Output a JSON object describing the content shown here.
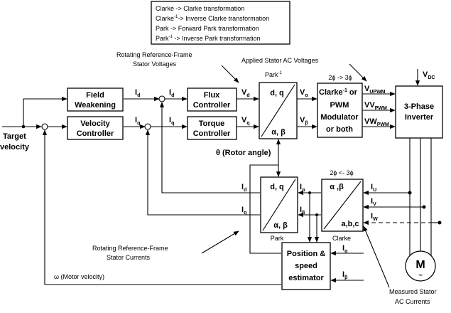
{
  "legend": {
    "clarke": "Clarke  -> Clarke transformation",
    "inv_clarke_a": "Clarke",
    "inv_clarke_sup": "-1",
    "inv_clarke_b": "-> Inverse Clarke transformation",
    "park": "Park     -> Forward Park transformation",
    "inv_park_a": "Park",
    "inv_park_sup": "-1",
    "inv_park_b": " -> Inverse  Park transformation"
  },
  "annotations": {
    "rot_voltages_1": "Rotating Reference-Frame",
    "rot_voltages_2": "Stator Voltages",
    "applied_voltages": "Applied Stator AC Voltages",
    "rot_currents_1": "Rotating Reference-Frame",
    "rot_currents_2": "Stator Currents",
    "measured_1": "Measured Stator",
    "measured_2": "AC Currents",
    "motor_velocity": "ω   (Motor velocity)",
    "rotor_angle": "θ (Rotor angle)"
  },
  "inputs": {
    "target_1": "Target",
    "target_2": "velocity"
  },
  "blocks": {
    "field_1": "Field",
    "field_2": "Weakening",
    "velocity_1": "Velocity",
    "velocity_2": "Controller",
    "flux_1": "Flux",
    "flux_2": "Controller",
    "torque_1": "Torque",
    "torque_2": "Controller",
    "invpark_label": "Park",
    "invpark_sup": "-1",
    "invpark_top": "d, q",
    "invpark_bot": "α, β",
    "pwm_header": "2ϕ -> 3ϕ",
    "pwm_1": "Clarke",
    "pwm_1_sup": "-1",
    "pwm_1_b": " or",
    "pwm_2": "PWM",
    "pwm_3": "Modulator",
    "pwm_4": "or both",
    "inverter_1": "3-Phase",
    "inverter_2": "Inverter",
    "park_top": "d, q",
    "park_bot": "α, β",
    "park_label": "Park",
    "clarke_header": "2ϕ <- 3ϕ",
    "clarke_top": "α ,β",
    "clarke_bot": "a,b,c",
    "clarke_label": "Clarke",
    "estimator_1": "Position &",
    "estimator_2": "speed",
    "estimator_3": "estimator",
    "motor": "M",
    "motor_tilde": "~"
  },
  "signals": {
    "I": "I",
    "V": "V",
    "d": "d",
    "q": "q",
    "alpha": "α",
    "beta": "β",
    "vdc_sub": "DC",
    "u": "U",
    "v": "V",
    "w": "W",
    "upwm": "UPWM",
    "vpwm": "PWM",
    "wpwm": "PWM"
  }
}
